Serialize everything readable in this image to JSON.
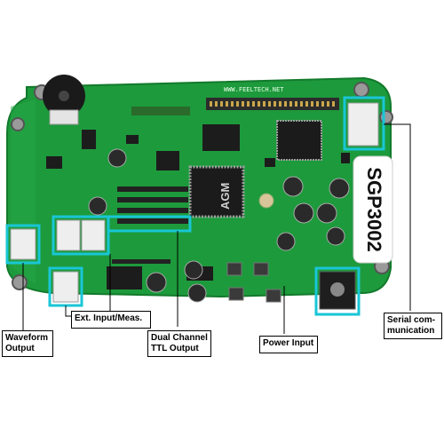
{
  "board": {
    "url_silkscreen": "WWW.FEELTECH.NET",
    "model_label": "SGP3002",
    "chip_logo": "AGM"
  },
  "callouts": {
    "waveform_output": [
      "Waveform",
      "Output"
    ],
    "ext_input": "Ext. Input/Meas.",
    "dual_ttl": [
      "Dual Channel",
      "TTL Output"
    ],
    "power_input": "Power Input",
    "serial_comm": [
      "Serial com-",
      "munication"
    ]
  },
  "colors": {
    "pcb": "#1f9a3e",
    "highlight": "#19c6d6"
  }
}
